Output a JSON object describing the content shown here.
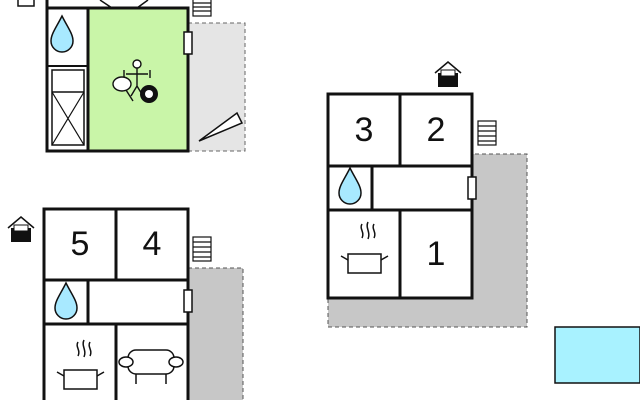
{
  "colors": {
    "wall": "#111111",
    "terrace": "#c7c7c7",
    "terrace_light": "#e5e5e5",
    "games_room": "#c9f5a8",
    "pool": "#a8f2ff",
    "water_drop": "#a8e9ff"
  },
  "room_labels": {
    "a": "3",
    "b": "2",
    "c": "1",
    "d": "5",
    "e": "4"
  },
  "icons": [
    "door-icon",
    "stairs-icon",
    "water-drop-icon",
    "kitchen-pot-icon",
    "sofa-icon",
    "table-football-icon",
    "table-tennis-icon",
    "billiard-ball-icon",
    "sun-lounger-icon",
    "window-icon"
  ]
}
